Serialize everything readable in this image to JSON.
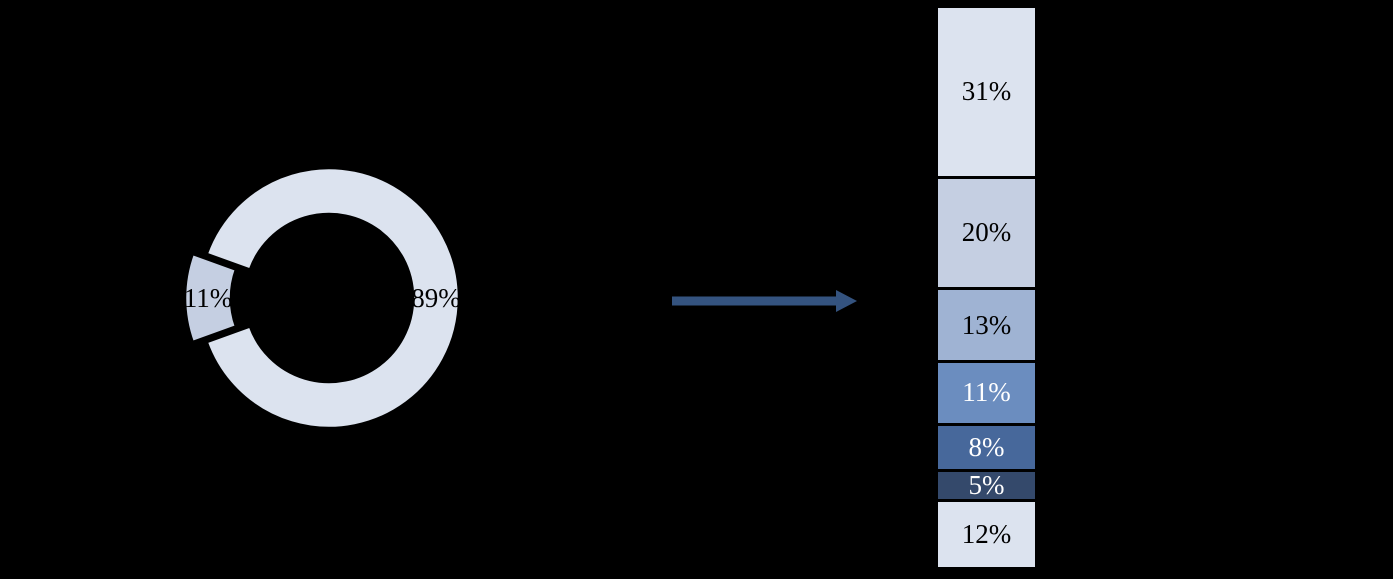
{
  "background": "#000000",
  "connector": {
    "type": "arrow-right",
    "color": "#34537F"
  },
  "chart_data": [
    {
      "id": "doughnut",
      "type": "pie",
      "subtype": "doughnut-exploded",
      "title": "",
      "legend": "none",
      "label_position": "inside",
      "slices": [
        {
          "label": "89%",
          "value": 89,
          "color": "#DCE3EF",
          "text_color": "#000000",
          "exploded": false
        },
        {
          "label": "11%",
          "value": 11,
          "color": "#C5CFE2",
          "text_color": "#000000",
          "exploded": true
        }
      ]
    },
    {
      "id": "stacked-column",
      "type": "bar",
      "subtype": "stacked-single-column",
      "title": "",
      "legend": "none",
      "label_position": "center",
      "total": 100,
      "segments": [
        {
          "label": "31%",
          "value": 31,
          "color": "#DCE3EF",
          "text_color": "#000000"
        },
        {
          "label": "20%",
          "value": 20,
          "color": "#C5CFE2",
          "text_color": "#000000"
        },
        {
          "label": "13%",
          "value": 13,
          "color": "#9FB3D3",
          "text_color": "#000000"
        },
        {
          "label": "11%",
          "value": 11,
          "color": "#6B8DBF",
          "text_color": "#FFFFFF"
        },
        {
          "label": "8%",
          "value": 8,
          "color": "#47689B",
          "text_color": "#FFFFFF"
        },
        {
          "label": "5%",
          "value": 5,
          "color": "#34496B",
          "text_color": "#FFFFFF"
        },
        {
          "label": "12%",
          "value": 12,
          "color": "#DCE3EF",
          "text_color": "#000000"
        }
      ]
    }
  ]
}
